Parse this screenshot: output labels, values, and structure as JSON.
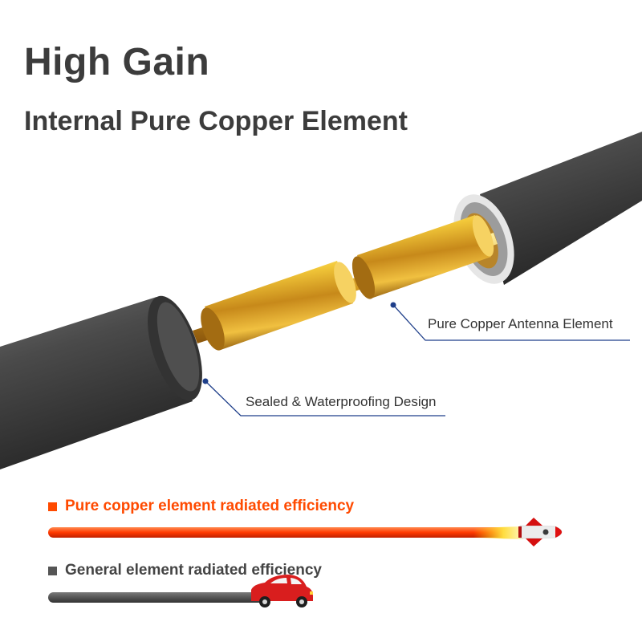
{
  "header": {
    "title": "High Gain",
    "subtitle": "Internal Pure Copper Element"
  },
  "callouts": {
    "copper_element": "Pure Copper Antenna Element",
    "sealed_design": "Sealed & Waterproofing Design"
  },
  "comparison": {
    "pure_copper": {
      "label": "Pure copper element radiated efficiency",
      "color": "#ff4a00",
      "icon": "rocket-icon"
    },
    "general": {
      "label": "General element radiated efficiency",
      "color": "#555555",
      "icon": "car-icon"
    }
  },
  "colors": {
    "cable": "#4a4a4a",
    "copper": "#e0a820",
    "callout_line": "#1f3f8a"
  }
}
